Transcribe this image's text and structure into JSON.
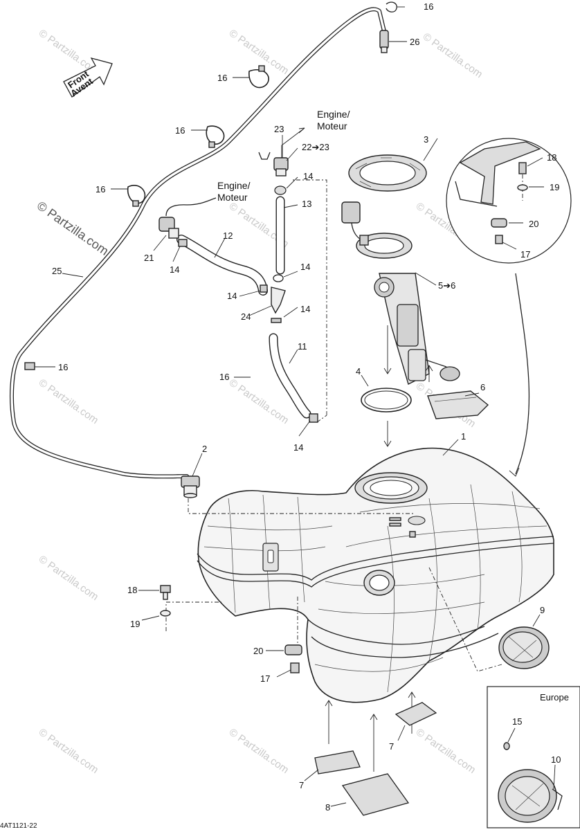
{
  "diagram": {
    "catalog_code": "4AT1121-22",
    "watermark": "© Partzilla.com",
    "front_arrow": {
      "line1": "Front",
      "line2": "Avent"
    },
    "engine_label_top": {
      "line1": "Engine/",
      "line2": "Moteur"
    },
    "engine_label_left": {
      "line1": "Engine/",
      "line2": "Moteur"
    },
    "europe_box_title": "Europe",
    "callouts": {
      "p16_top": "16",
      "p26": "26",
      "p16_a": "16",
      "p16_b": "16",
      "p16_c": "16",
      "p23": "23",
      "p22_23": "22➔23",
      "p3": "3",
      "p18_top": "18",
      "p19_top": "19",
      "p14_a": "14",
      "p13": "13",
      "p20_top": "20",
      "p17_top": "17",
      "p12": "12",
      "p21": "21",
      "p14_b": "14",
      "p25": "25",
      "p14_c": "14",
      "p14_d": "14",
      "p5_6": "5➔6",
      "p24": "24",
      "p14_e": "14",
      "p11": "11",
      "p16_d": "16",
      "p16_e": "16",
      "p4": "4",
      "p6": "6",
      "p14_f": "14",
      "p1": "1",
      "p2": "2",
      "p18_bot": "18",
      "p19_bot": "19",
      "p9": "9",
      "p20_bot": "20",
      "p17_bot": "17",
      "p15": "15",
      "p7_right": "7",
      "p10": "10",
      "p7_left": "7",
      "p8": "8"
    }
  }
}
